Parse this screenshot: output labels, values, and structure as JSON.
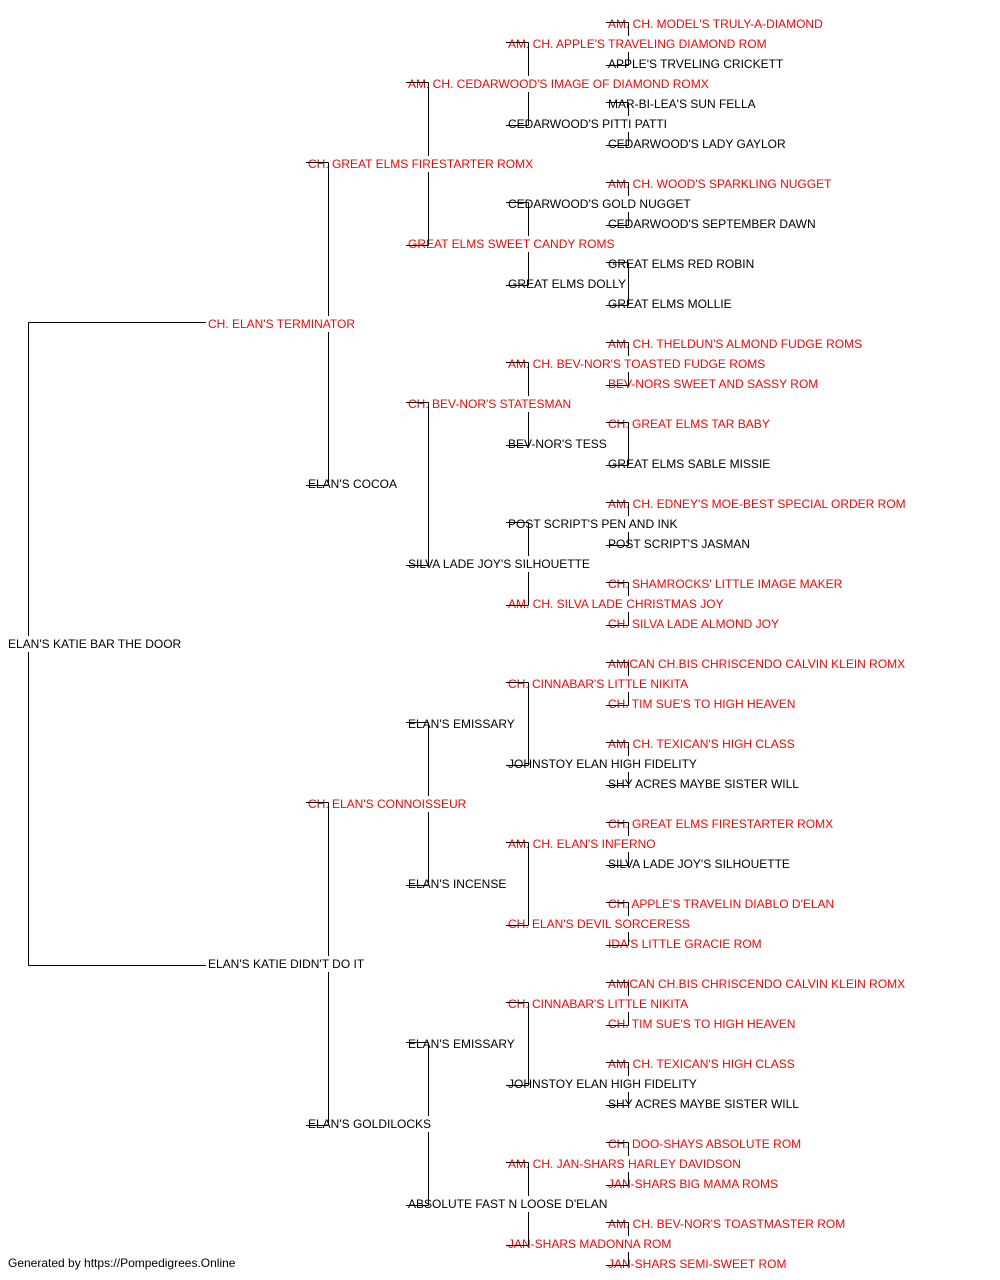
{
  "colors": {
    "champion": "#ff0000",
    "normal": "#000000",
    "line": "#000000"
  },
  "pedigree": {
    "name": "ELAN'S KATIE BAR THE DOOR",
    "champion": false,
    "sire": {
      "name": "CH. ELAN'S TERMINATOR",
      "champion": true,
      "sire": {
        "name": "CH. GREAT ELMS FIRESTARTER ROMX",
        "champion": true,
        "sire": {
          "name": "AM. CH. CEDARWOOD'S IMAGE OF DIAMOND ROMX",
          "champion": true,
          "sire": {
            "name": "AM. CH. APPLE'S TRAVELING DIAMOND ROM",
            "champion": true,
            "sire": {
              "name": "AM. CH. MODEL'S TRULY-A-DIAMOND",
              "champion": true
            },
            "dam": {
              "name": "APPLE'S TRVELING CRICKETT",
              "champion": false
            }
          },
          "dam": {
            "name": "CEDARWOOD'S PITTI PATTI",
            "champion": false,
            "sire": {
              "name": "MAR-BI-LEA'S SUN FELLA",
              "champion": false
            },
            "dam": {
              "name": "CEDARWOOD'S LADY GAYLOR",
              "champion": false
            }
          }
        },
        "dam": {
          "name": "GREAT ELMS SWEET CANDY ROMS",
          "champion": true,
          "sire": {
            "name": "CEDARWOOD'S GOLD NUGGET",
            "champion": false,
            "sire": {
              "name": "AM. CH. WOOD'S SPARKLING NUGGET",
              "champion": true
            },
            "dam": {
              "name": "CEDARWOOD'S SEPTEMBER DAWN",
              "champion": false
            }
          },
          "dam": {
            "name": "GREAT ELMS DOLLY",
            "champion": false,
            "sire": {
              "name": "GREAT ELMS RED ROBIN",
              "champion": false
            },
            "dam": {
              "name": "GREAT ELMS MOLLIE",
              "champion": false
            }
          }
        }
      },
      "dam": {
        "name": "ELAN'S COCOA",
        "champion": false,
        "sire": {
          "name": "CH. BEV-NOR'S STATESMAN",
          "champion": true,
          "sire": {
            "name": "AM. CH. BEV-NOR'S TOASTED FUDGE ROMS",
            "champion": true,
            "sire": {
              "name": "AM. CH. THELDUN'S ALMOND FUDGE ROMS",
              "champion": true
            },
            "dam": {
              "name": "BEV-NORS SWEET AND SASSY ROM",
              "champion": true
            }
          },
          "dam": {
            "name": "BEV-NOR'S TESS",
            "champion": false,
            "sire": {
              "name": "CH. GREAT ELMS TAR BABY",
              "champion": true
            },
            "dam": {
              "name": "GREAT ELMS SABLE MISSIE",
              "champion": false
            }
          }
        },
        "dam": {
          "name": "SILVA LADE JOY'S SILHOUETTE",
          "champion": false,
          "sire": {
            "name": "POST SCRIPT'S PEN AND INK",
            "champion": false,
            "sire": {
              "name": "AM. CH. EDNEY'S MOE-BEST SPECIAL ORDER ROM",
              "champion": true
            },
            "dam": {
              "name": "POST SCRIPT'S JASMAN",
              "champion": false
            }
          },
          "dam": {
            "name": "AM. CH. SILVA LADE CHRISTMAS JOY",
            "champion": true,
            "sire": {
              "name": "CH. SHAMROCKS' LITTLE IMAGE MAKER",
              "champion": true
            },
            "dam": {
              "name": "CH. SILVA LADE ALMOND JOY",
              "champion": true
            }
          }
        }
      }
    },
    "dam": {
      "name": "ELAN'S KATIE DIDN'T DO IT",
      "champion": false,
      "sire": {
        "name": "CH. ELAN'S CONNOISSEUR",
        "champion": true,
        "sire": {
          "name": "ELAN'S EMISSARY",
          "champion": false,
          "sire": {
            "name": "CH. CINNABAR'S LITTLE NIKITA",
            "champion": true,
            "sire": {
              "name": "AM/CAN CH.BIS CHRISCENDO CALVIN KLEIN ROMX",
              "champion": true
            },
            "dam": {
              "name": "CH. TIM SUE'S TO HIGH HEAVEN",
              "champion": true
            }
          },
          "dam": {
            "name": "JOHNSTOY ELAN HIGH FIDELITY",
            "champion": false,
            "sire": {
              "name": "AM. CH. TEXICAN'S HIGH CLASS",
              "champion": true
            },
            "dam": {
              "name": "SHY ACRES MAYBE SISTER WILL",
              "champion": false
            }
          }
        },
        "dam": {
          "name": "ELAN'S INCENSE",
          "champion": false,
          "sire": {
            "name": "AM. CH. ELAN'S INFERNO",
            "champion": true,
            "sire": {
              "name": "CH. GREAT ELMS FIRESTARTER ROMX",
              "champion": true
            },
            "dam": {
              "name": "SILVA LADE JOY'S SILHOUETTE",
              "champion": false
            }
          },
          "dam": {
            "name": "CH. ELAN'S DEVIL SORCERESS",
            "champion": true,
            "sire": {
              "name": "CH. APPLE'S TRAVELIN DIABLO D'ELAN",
              "champion": true
            },
            "dam": {
              "name": "IDA'S LITTLE GRACIE ROM",
              "champion": true
            }
          }
        }
      },
      "dam": {
        "name": "ELAN'S GOLDILOCKS",
        "champion": false,
        "sire": {
          "name": "ELAN'S EMISSARY",
          "champion": false,
          "sire": {
            "name": "CH. CINNABAR'S LITTLE NIKITA",
            "champion": true,
            "sire": {
              "name": "AM/CAN CH.BIS CHRISCENDO CALVIN KLEIN ROMX",
              "champion": true
            },
            "dam": {
              "name": "CH. TIM SUE'S TO HIGH HEAVEN",
              "champion": true
            }
          },
          "dam": {
            "name": "JOHNSTOY ELAN HIGH FIDELITY",
            "champion": false,
            "sire": {
              "name": "AM. CH. TEXICAN'S HIGH CLASS",
              "champion": true
            },
            "dam": {
              "name": "SHY ACRES MAYBE SISTER WILL",
              "champion": false
            }
          }
        },
        "dam": {
          "name": "ABSOLUTE FAST N LOOSE D'ELAN",
          "champion": false,
          "sire": {
            "name": "AM. CH. JAN-SHARS HARLEY DAVIDSON",
            "champion": true,
            "sire": {
              "name": "CH. DOO-SHAYS ABSOLUTE ROM",
              "champion": true
            },
            "dam": {
              "name": "JAN-SHARS BIG MAMA ROMS",
              "champion": true
            }
          },
          "dam": {
            "name": "JAN-SHARS MADONNA ROM",
            "champion": true,
            "sire": {
              "name": "AM. CH. BEV-NOR'S TOASTMASTER ROM",
              "champion": true
            },
            "dam": {
              "name": "JAN-SHARS SEMI-SWEET ROM",
              "champion": true
            }
          }
        }
      }
    }
  },
  "footer": {
    "text": "Generated by https://Pompedigrees.Online"
  }
}
